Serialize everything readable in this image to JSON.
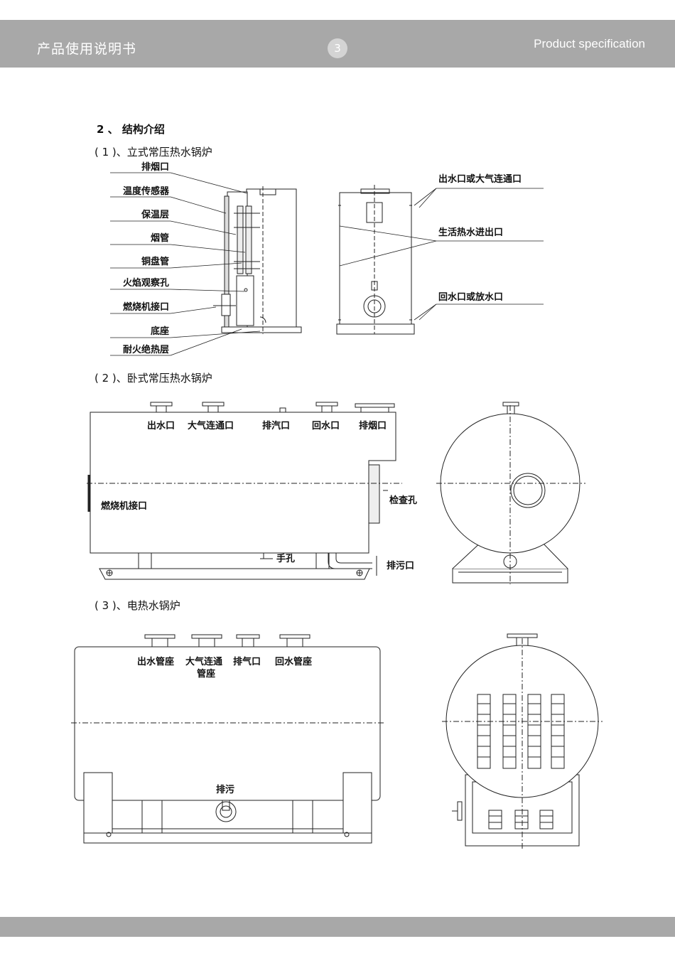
{
  "header": {
    "title_cn": "产品使用说明书",
    "page_number": "3",
    "title_en": "Product specification"
  },
  "section": {
    "heading": "2 、 结构介绍"
  },
  "vertical_boiler": {
    "heading": "( 1 )、立式常压热水锅炉",
    "left_labels": [
      "排烟口",
      "温度传感器",
      "保温层",
      "烟管",
      "铜盘管",
      "火焰观察孔",
      "燃烧机接口",
      "底座",
      "耐火绝热层"
    ],
    "right_labels": [
      "出水口或大气连通口",
      "生活热水进出口",
      "回水口或放水口"
    ]
  },
  "horizontal_boiler": {
    "heading": "( 2 )、卧式常压热水锅炉",
    "top_labels": [
      "出水口",
      "大气连通口",
      "排汽口",
      "回水口",
      "排烟口"
    ],
    "side_labels": {
      "burner": "燃烧机接口",
      "inspection": "检查孔",
      "handhole": "手孔",
      "drain": "排污口"
    }
  },
  "electric_boiler": {
    "heading": "( 3 )、电热水锅炉",
    "top_labels": [
      "出水管座",
      "大气连通",
      "管座",
      "排气口",
      "回水管座"
    ],
    "drain": "排污"
  }
}
